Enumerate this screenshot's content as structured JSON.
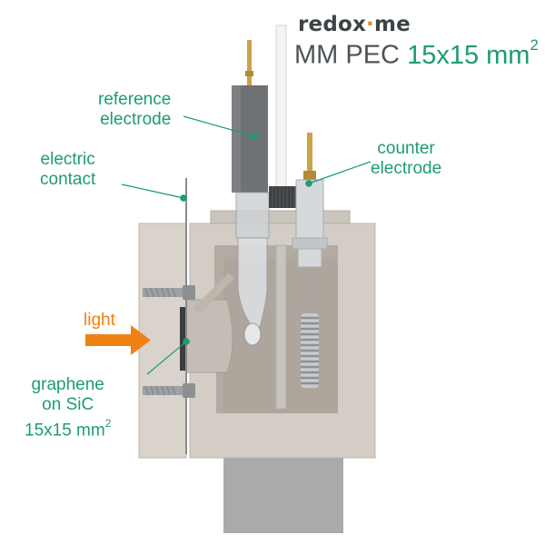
{
  "header": {
    "brand_prefix": "redox",
    "brand_dot": "·",
    "brand_suffix": "me",
    "product_name": "MM PEC",
    "product_size": "15x15 mm",
    "product_size_sup": "2"
  },
  "labels": {
    "reference_electrode": [
      "reference",
      "electrode"
    ],
    "electric_contact": [
      "electric",
      "contact"
    ],
    "counter_electrode": [
      "counter",
      "electrode"
    ],
    "light": "light",
    "graphene": [
      "graphene",
      "on SiC",
      "15x15 mm"
    ],
    "graphene_sup": "2"
  },
  "colors": {
    "label_green": "#1e9b74",
    "light_orange": "#f08213",
    "brand_dark": "#3c4346",
    "brand_dot": "#e8862a",
    "cell_body": "#d3cdc6",
    "cell_cut": "#b3aba2",
    "electrode_grey": "#6f7275",
    "brass": "#c9a24a"
  }
}
